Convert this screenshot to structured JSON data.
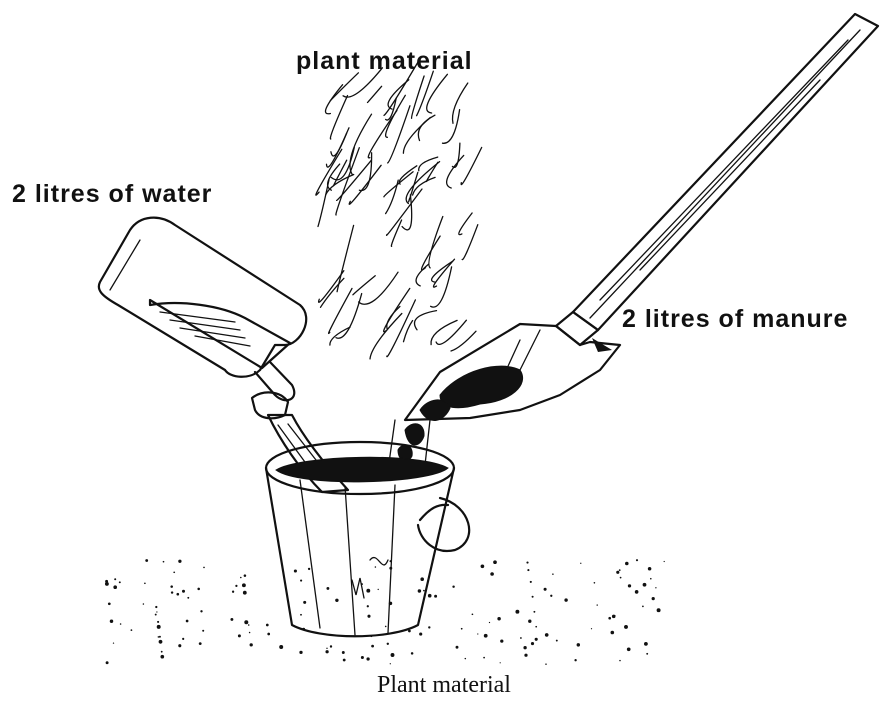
{
  "labels": {
    "plant_material": "plant material",
    "water": "2 litres of water",
    "manure": "2 litres of manure"
  },
  "caption": "Plant material",
  "colors": {
    "ink": "#111111",
    "background": "#ffffff"
  }
}
